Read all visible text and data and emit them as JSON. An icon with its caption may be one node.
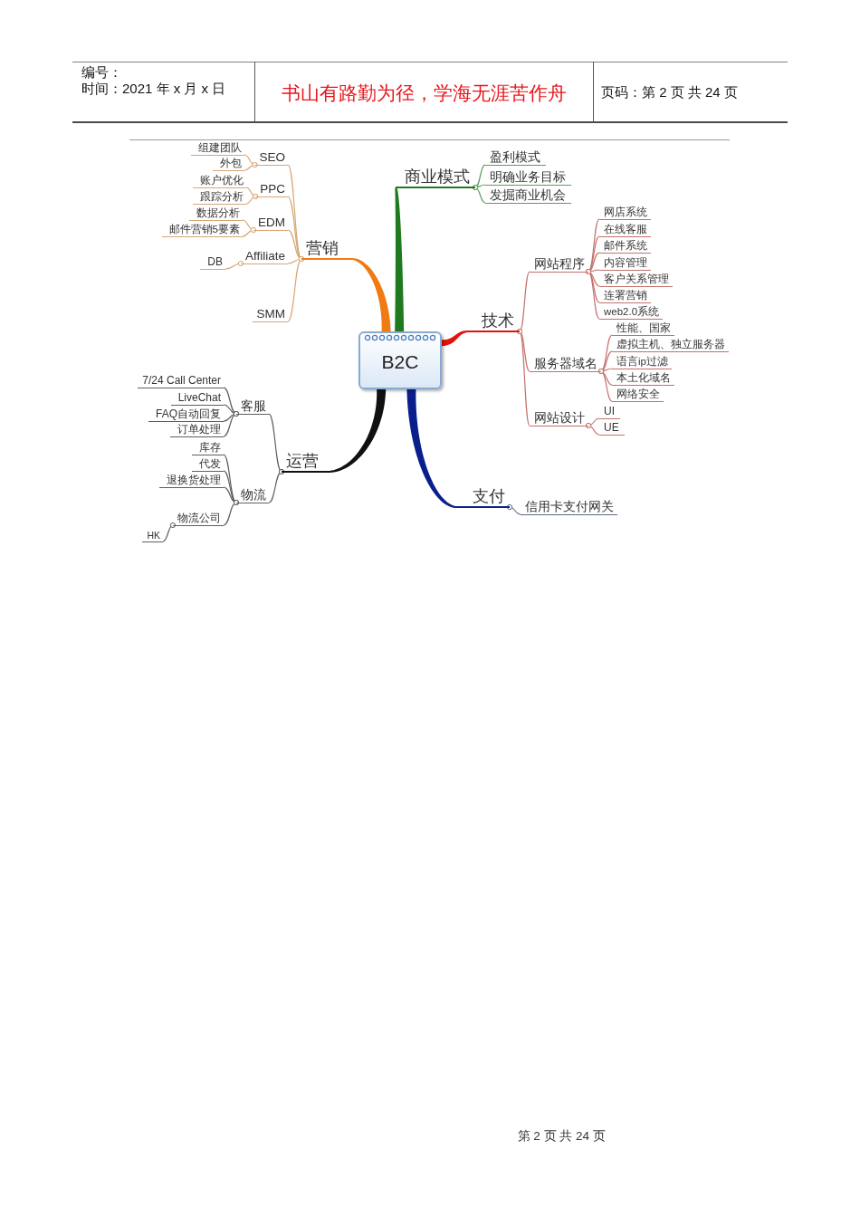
{
  "diagram": {
    "nodes": [
      {
        "text": [
          "B2C"
        ]
      },
      {
        "text": [
          "商业模式"
        ]
      },
      {
        "text": [
          "盈利模式"
        ]
      },
      {
        "text": [
          "明确业务目标"
        ]
      },
      {
        "text": [
          "发掘商业机会"
        ]
      },
      {
        "text": [
          "技术"
        ]
      },
      {
        "text": [
          "网站程序"
        ]
      },
      {
        "text": [
          "网店系统"
        ]
      },
      {
        "text": [
          "在线客服"
        ]
      },
      {
        "text": [
          "邮件系统"
        ]
      },
      {
        "text": [
          "内容管理"
        ]
      },
      {
        "text": [
          "客户关系管理"
        ]
      },
      {
        "text": [
          "连署营销"
        ]
      },
      {
        "text": [
          "web2.0系统"
        ]
      },
      {
        "text": [
          "服务器域名"
        ]
      },
      {
        "text": [
          "性能、国家"
        ]
      },
      {
        "text": [
          "虚拟主机、独立服务器"
        ]
      },
      {
        "text": [
          "语言ip过滤"
        ]
      },
      {
        "text": [
          "本土化域名"
        ]
      },
      {
        "text": [
          "网络安全"
        ]
      },
      {
        "text": [
          "网站设计"
        ]
      },
      {
        "text": [
          "UI"
        ]
      },
      {
        "text": [
          "UE"
        ]
      },
      {
        "text": [
          "支付"
        ]
      },
      {
        "text": [
          "信用卡支付网关"
        ]
      },
      {
        "text": [
          "营销"
        ]
      },
      {
        "text": [
          "SEO"
        ]
      },
      {
        "text": [
          "组建团队"
        ]
      },
      {
        "text": [
          "外包"
        ]
      },
      {
        "text": [
          "PPC"
        ]
      },
      {
        "text": [
          "账户优化"
        ]
      },
      {
        "text": [
          "跟踪分析"
        ]
      },
      {
        "text": [
          "EDM"
        ]
      },
      {
        "text": [
          "数据分析"
        ]
      },
      {
        "text": [
          "邮件营销5要素"
        ]
      },
      {
        "text": [
          "Affiliate"
        ]
      },
      {
        "text": [
          "DB"
        ]
      },
      {
        "text": [
          "SMM"
        ]
      },
      {
        "text": [
          "运营"
        ]
      },
      {
        "text": [
          "客服"
        ]
      },
      {
        "text": [
          "7/24 Call Center"
        ]
      },
      {
        "text": [
          "LiveChat"
        ]
      },
      {
        "text": [
          "FAQ自动回复"
        ]
      },
      {
        "text": [
          "订单处理"
        ]
      },
      {
        "text": [
          "物流"
        ]
      },
      {
        "text": [
          "库存"
        ]
      },
      {
        "text": [
          "代发"
        ]
      },
      {
        "text": [
          "退换货处理"
        ]
      },
      {
        "text": [
          "物流公司"
        ]
      },
      {
        "text": [
          "HK"
        ]
      }
    ],
    "edges": [
      {
        "from": 0,
        "to": 1,
        "arrow": "none",
        "style": "thick",
        "color": "#1f7a1f"
      },
      {
        "from": 1,
        "to": 2,
        "arrow": "other",
        "color": "#5b9e5b"
      },
      {
        "from": 1,
        "to": 3,
        "arrow": "other",
        "color": "#5b9e5b"
      },
      {
        "from": 1,
        "to": 4,
        "arrow": "other",
        "color": "#5b9e5b"
      },
      {
        "from": 0,
        "to": 5,
        "arrow": "none",
        "style": "thick",
        "color": "#e3120b"
      },
      {
        "from": 5,
        "to": 6,
        "arrow": "other"
      },
      {
        "from": 6,
        "to": 7,
        "arrow": "other"
      },
      {
        "from": 6,
        "to": 8,
        "arrow": "other"
      },
      {
        "from": 6,
        "to": 9,
        "arrow": "other"
      },
      {
        "from": 6,
        "to": 10,
        "arrow": "other"
      },
      {
        "from": 6,
        "to": 11,
        "arrow": "other"
      },
      {
        "from": 6,
        "to": 12,
        "arrow": "other"
      },
      {
        "from": 6,
        "to": 13,
        "arrow": "other"
      },
      {
        "from": 5,
        "to": 14,
        "arrow": "other"
      },
      {
        "from": 14,
        "to": 15,
        "arrow": "other"
      },
      {
        "from": 14,
        "to": 16,
        "arrow": "other"
      },
      {
        "from": 14,
        "to": 17,
        "arrow": "other"
      },
      {
        "from": 14,
        "to": 18,
        "arrow": "other"
      },
      {
        "from": 14,
        "to": 19,
        "arrow": "other"
      },
      {
        "from": 5,
        "to": 20,
        "arrow": "other"
      },
      {
        "from": 20,
        "to": 21,
        "arrow": "other"
      },
      {
        "from": 20,
        "to": 22,
        "arrow": "other"
      },
      {
        "from": 0,
        "to": 23,
        "arrow": "none",
        "style": "thick",
        "color": "#0b1f8c"
      },
      {
        "from": 23,
        "to": 24,
        "arrow": "other",
        "color": "#5c6a82"
      },
      {
        "from": 0,
        "to": 25,
        "arrow": "none",
        "style": "thick",
        "color": "#f07b12"
      },
      {
        "from": 25,
        "to": 26,
        "arrow": "other",
        "color": "#d6a676"
      },
      {
        "from": 26,
        "to": 27,
        "arrow": "other",
        "color": "#d6a676"
      },
      {
        "from": 26,
        "to": 28,
        "arrow": "other",
        "color": "#d6a676"
      },
      {
        "from": 25,
        "to": 29,
        "arrow": "other",
        "color": "#d6a676"
      },
      {
        "from": 29,
        "to": 30,
        "arrow": "other",
        "color": "#d6a676"
      },
      {
        "from": 29,
        "to": 31,
        "arrow": "other",
        "color": "#d6a676"
      },
      {
        "from": 25,
        "to": 32,
        "arrow": "other",
        "color": "#d6a676"
      },
      {
        "from": 32,
        "to": 33,
        "arrow": "other",
        "color": "#d6a676"
      },
      {
        "from": 32,
        "to": 34,
        "arrow": "other",
        "color": "#d6a676"
      },
      {
        "from": 25,
        "to": 35,
        "arrow": "other",
        "color": "#d6a676"
      },
      {
        "from": 35,
        "to": 36,
        "arrow": "other",
        "color": "#d6a676"
      },
      {
        "from": 25,
        "to": 37,
        "arrow": "other",
        "color": "#d6a676"
      },
      {
        "from": 0,
        "to": 38,
        "arrow": "none",
        "style": "thick",
        "color": "#111111"
      },
      {
        "from": 38,
        "to": 39,
        "arrow": "other",
        "color": "#5f5f5f"
      },
      {
        "from": 39,
        "to": 40,
        "arrow": "other",
        "color": "#5f5f5f"
      },
      {
        "from": 39,
        "to": 41,
        "arrow": "other",
        "color": "#5f5f5f"
      },
      {
        "from": 39,
        "to": 42,
        "arrow": "other",
        "color": "#5f5f5f"
      },
      {
        "from": 39,
        "to": 43,
        "arrow": "other",
        "color": "#5f5f5f"
      },
      {
        "from": 38,
        "to": 44,
        "arrow": "other",
        "color": "#5f5f5f"
      },
      {
        "from": 44,
        "to": 45,
        "arrow": "other",
        "color": "#5f5f5f"
      },
      {
        "from": 44,
        "to": 46,
        "arrow": "other",
        "color": "#5f5f5f"
      },
      {
        "from": 44,
        "to": 47,
        "arrow": "other",
        "color": "#5f5f5f"
      },
      {
        "from": 44,
        "to": 48,
        "arrow": "other",
        "color": "#5f5f5f"
      },
      {
        "from": 48,
        "to": 49,
        "arrow": "other",
        "color": "#5f5f5f"
      }
    ],
    "labels": [
      "编号：",
      "时间：2021 年 x 月 x 日",
      "书山有路勤为径，学海无涯苦作舟",
      "页码：第 2 页 共 24 页",
      "第 2 页 共 24 页"
    ]
  }
}
